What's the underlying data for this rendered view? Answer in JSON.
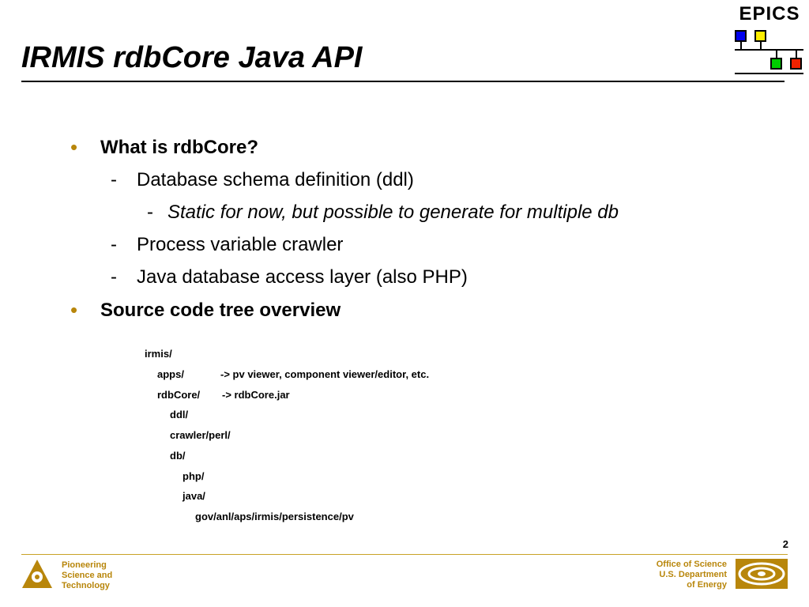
{
  "slide": {
    "title": "IRMIS rdbCore Java API",
    "page_number": "2"
  },
  "logo": {
    "text": "EPICS",
    "colors": [
      "#0000ee",
      "#ffee00",
      "#00cc00",
      "#ee2200"
    ]
  },
  "bullets": [
    {
      "text": "What is rdbCore?",
      "sub": [
        {
          "dash": "-",
          "text": "Database schema definition (ddl)"
        },
        {
          "dash": "-",
          "text": "Static for now, but possible to generate for multiple db"
        },
        {
          "dash": "-",
          "text": "Process variable crawler"
        },
        {
          "dash": "-",
          "text": "Java database access layer (also PHP)"
        }
      ]
    },
    {
      "text": "Source code tree overview"
    }
  ],
  "tree": [
    {
      "name": "irmis/",
      "note": ""
    },
    {
      "name": "apps/",
      "note": "-> pv viewer, component viewer/editor, etc."
    },
    {
      "name": "rdbCore/",
      "note": "-> rdbCore.jar"
    },
    {
      "name": "ddl/",
      "note": ""
    },
    {
      "name": "crawler/perl/",
      "note": ""
    },
    {
      "name": "db/",
      "note": ""
    },
    {
      "name": "php/",
      "note": ""
    },
    {
      "name": "java/",
      "note": ""
    },
    {
      "name": "gov/anl/aps/irmis/persistence/pv",
      "note": ""
    }
  ],
  "footer": {
    "left_lines": [
      "Pioneering",
      "Science and",
      "Technology"
    ],
    "right_lines": [
      "Office of Science",
      "U.S. Department",
      "of Energy"
    ],
    "accent": "#b8860b"
  }
}
